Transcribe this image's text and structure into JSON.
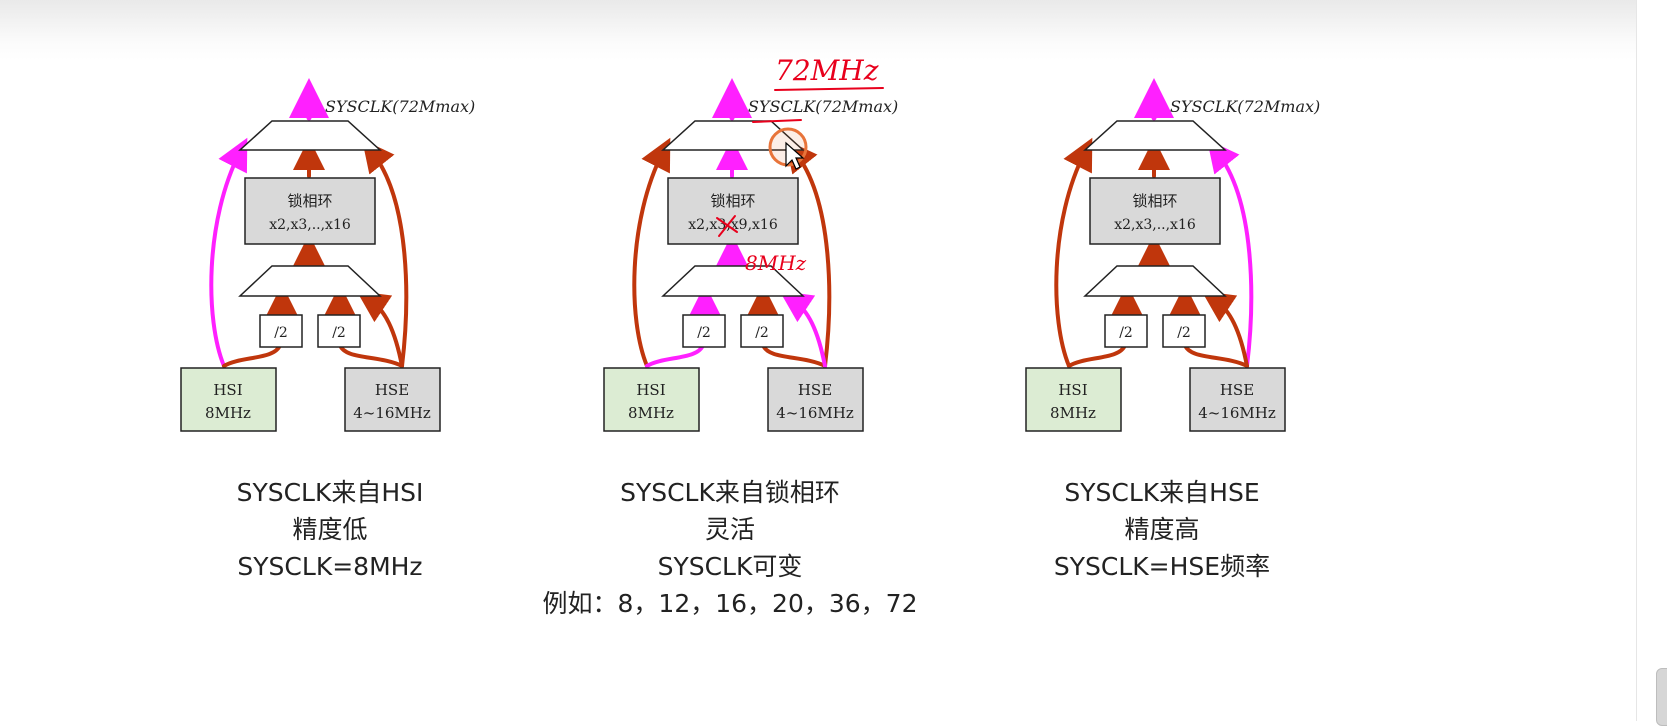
{
  "panels": [
    {
      "sysclk_label": "SYSCLK(72Mmax)",
      "pll_title": "锁相环",
      "pll_mult": "x2,x3,..,x16",
      "div_labels": [
        "/2",
        "/2"
      ],
      "hsi": {
        "name": "HSI",
        "freq": "8MHz"
      },
      "hse": {
        "name": "HSE",
        "freq": "4~16MHz"
      },
      "caption": [
        "SYSCLK来自HSI",
        "精度低",
        "SYSCLK=8MHz"
      ]
    },
    {
      "sysclk_label": "SYSCLK(72Mmax)",
      "pll_title": "锁相环",
      "pll_mult": "x2,x3,x9,x16",
      "div_labels": [
        "/2",
        "/2"
      ],
      "hsi": {
        "name": "HSI",
        "freq": "8MHz"
      },
      "hse": {
        "name": "HSE",
        "freq": "4~16MHz"
      },
      "caption": [
        "SYSCLK来自锁相环",
        "灵活",
        "SYSCLK可变",
        "例如：8，12，16，20，36，72"
      ],
      "annotations": {
        "top": "72MHz",
        "mid": "8MHz"
      }
    },
    {
      "sysclk_label": "SYSCLK(72Mmax)",
      "pll_title": "锁相环",
      "pll_mult": "x2,x3,..,x16",
      "div_labels": [
        "/2",
        "/2"
      ],
      "hsi": {
        "name": "HSI",
        "freq": "8MHz"
      },
      "hse": {
        "name": "HSE",
        "freq": "4~16MHz"
      },
      "caption": [
        "SYSCLK来自HSE",
        "精度高",
        "SYSCLK=HSE频率"
      ]
    }
  ],
  "colors": {
    "active_path": "#ff20ff",
    "inactive_path": "#c0360c",
    "annotation": "#e8001c",
    "cursor_ring": "#e8743a",
    "hsi_fill": "#dcecd3",
    "box_fill": "#d9d9d9"
  },
  "icons": [
    "cursor-arrow-icon",
    "cursor-highlight-ring-icon"
  ]
}
